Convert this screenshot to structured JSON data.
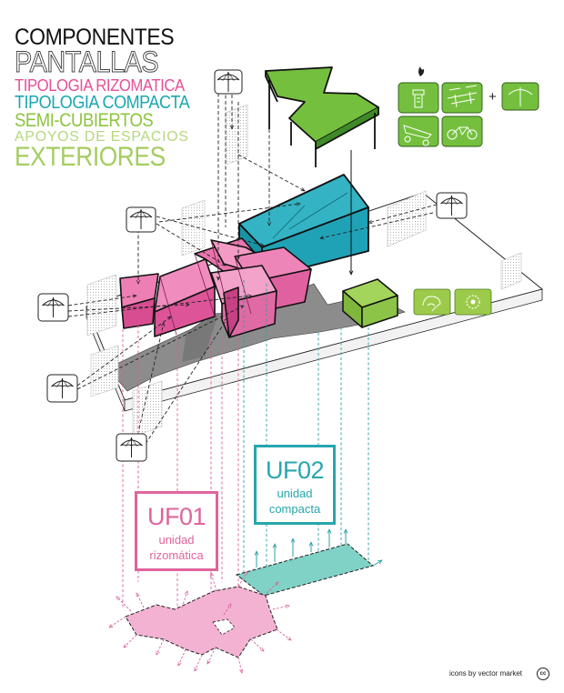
{
  "title": {
    "line1": "COMPONENTES",
    "line2": "PANTALLAS",
    "line3": "TIPOLOGIA RIZOMATICA",
    "line4": "TIPOLOGIA COMPACTA",
    "line5": "SEMI-CUBIERTOS",
    "line6": "APOYOS DE ESPACIOS",
    "line7": "EXTERIORES"
  },
  "units": [
    {
      "code": "UF01",
      "name_line1": "unidad",
      "name_line2": "rizomática"
    },
    {
      "code": "UF02",
      "name_line1": "unidad",
      "name_line2": "compacta"
    }
  ],
  "legend": {
    "plus": "+"
  },
  "credit": {
    "text": "icons by vector market",
    "cc": "cc"
  },
  "colors": {
    "rizomatica_pink": "#e96aa6",
    "compacta_teal": "#1aa5b4",
    "semicubierto_green": "#6fbf3a",
    "apoyos_green": "#9ccb4b",
    "ground_grey": "#8f8f8f",
    "footprint_pink": "#f0a8cb",
    "footprint_teal": "#7fcfc4"
  },
  "icons": [
    "umbrella-icon",
    "fire-icon",
    "grill-icon",
    "picnic-table-icon",
    "hammock-icon",
    "cart-icon",
    "bicycle-icon",
    "tree-icon",
    "flower-icon",
    "creative-commons-icon"
  ]
}
